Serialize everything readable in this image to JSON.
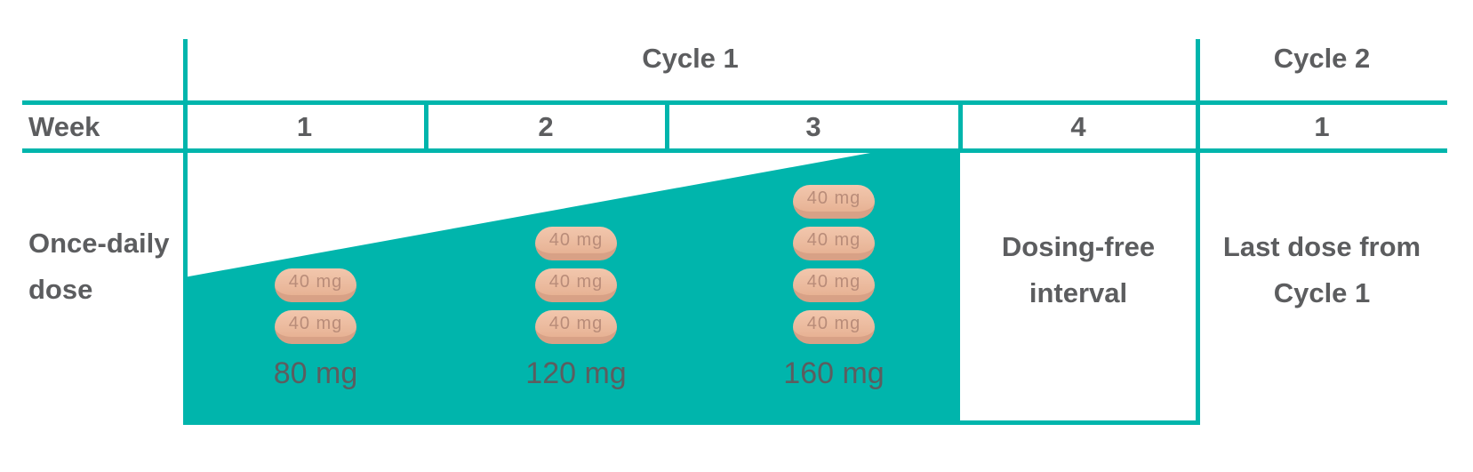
{
  "header": {
    "cycle1": "Cycle 1",
    "cycle2": "Cycle 2"
  },
  "week_row": {
    "label": "Week",
    "cycle1_weeks": [
      "1",
      "2",
      "3",
      "4"
    ],
    "cycle2_week": "1"
  },
  "dose_row": {
    "label": "Once-daily dose",
    "escalation": [
      {
        "week": "1",
        "pill_count": 2,
        "pill_label": "40 mg",
        "total": "80 mg"
      },
      {
        "week": "2",
        "pill_count": 3,
        "pill_label": "40 mg",
        "total": "120 mg"
      },
      {
        "week": "3",
        "pill_count": 4,
        "pill_label": "40 mg",
        "total": "160 mg"
      }
    ],
    "week4_text": "Dosing-free interval",
    "cycle2_text": "Last dose from Cycle 1"
  },
  "colors": {
    "teal": "#00b5ac",
    "text_gray": "#5c5d5f",
    "pill_body": "#ecbca0",
    "pill_rim": "#d8a186",
    "pill_text": "#b98c79"
  }
}
